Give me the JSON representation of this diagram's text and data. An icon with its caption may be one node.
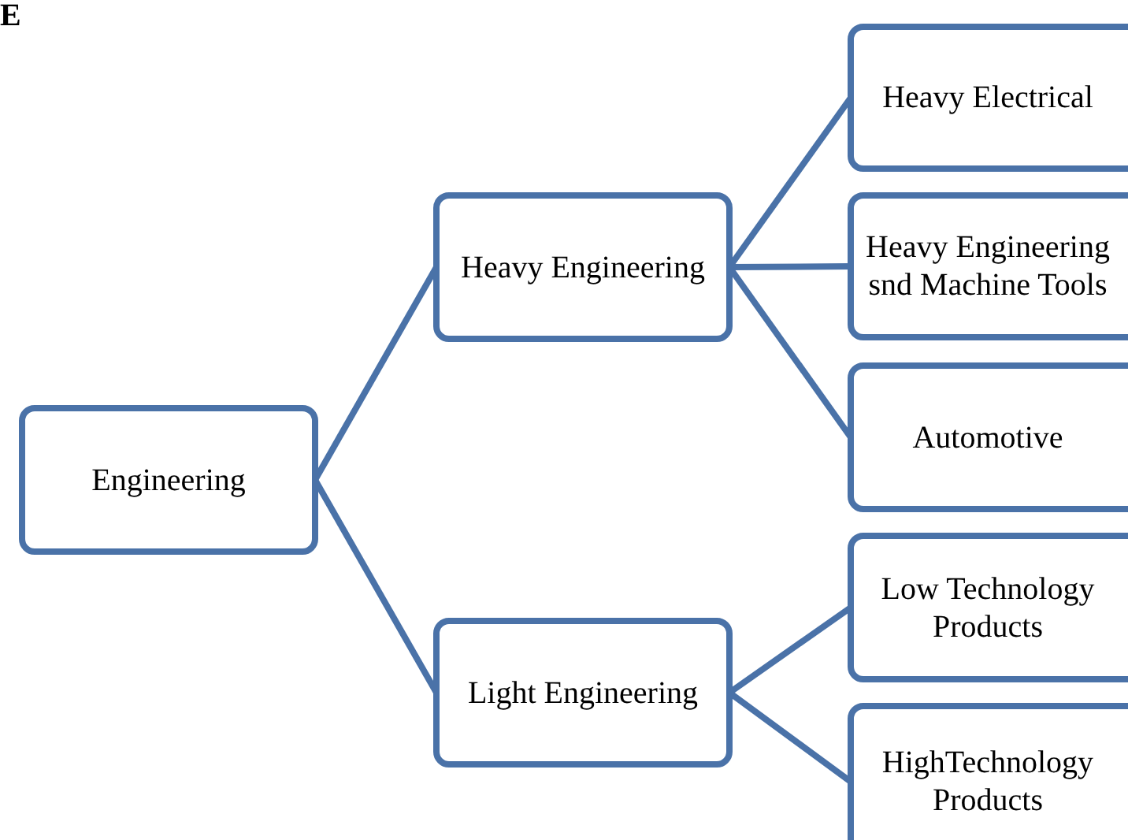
{
  "diagram": {
    "nodes": [
      {
        "text": [
          "Engineering"
        ]
      },
      {
        "text": [
          "Heavy Engineering"
        ]
      },
      {
        "text": [
          "Light Engineering"
        ]
      },
      {
        "text": [
          "Heavy Electrical"
        ]
      },
      {
        "text": [
          "Heavy Engineering snd Machine Tools"
        ]
      },
      {
        "text": [
          "Automotive"
        ]
      },
      {
        "text": [
          "Low Technology Products"
        ]
      },
      {
        "text": [
          "HighTechnology Products"
        ]
      }
    ],
    "edges": [
      {
        "from": 0,
        "to": 1,
        "arrow": "none"
      },
      {
        "from": 0,
        "to": 2,
        "arrow": "none"
      },
      {
        "from": 1,
        "to": 3,
        "arrow": "none"
      },
      {
        "from": 1,
        "to": 4,
        "arrow": "none"
      },
      {
        "from": 1,
        "to": 5,
        "arrow": "none"
      },
      {
        "from": 2,
        "to": 6,
        "arrow": "none"
      },
      {
        "from": 2,
        "to": 7,
        "arrow": "none"
      }
    ],
    "labels": [
      "E"
    ]
  }
}
